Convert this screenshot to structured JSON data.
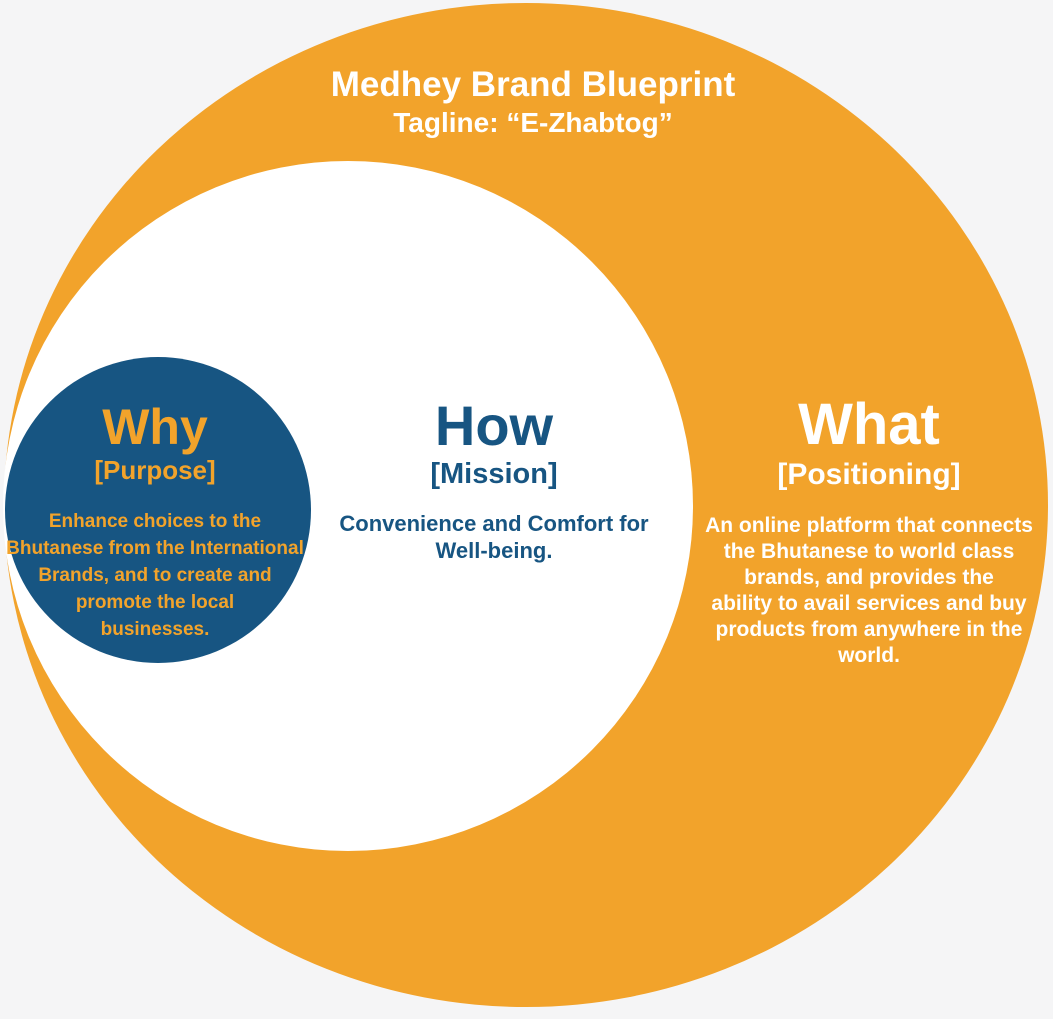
{
  "diagram": {
    "title": "Medhey Brand Blueprint",
    "tagline": "Tagline: “E-Zhabtog”"
  },
  "sections": {
    "why": {
      "heading": "Why",
      "label": "[Purpose]",
      "body_lines": [
        "Enhance choices to the",
        "Bhutanese from the International",
        "Brands, and to create and",
        "promote the local",
        "businesses."
      ]
    },
    "how": {
      "heading": "How",
      "label": "[Mission]",
      "body_lines": [
        "Convenience and Comfort for",
        "Well-being."
      ]
    },
    "what": {
      "heading": "What",
      "label": "[Positioning]",
      "body_lines": [
        "An online platform that connects",
        "the Bhutanese to world class",
        "brands, and provides the",
        "ability to avail services and buy",
        "products from anywhere in the",
        "world."
      ]
    }
  },
  "colors": {
    "orange": "#F2A32B",
    "blue": "#175582",
    "white": "#FFFFFF",
    "background": "#F5F5F6"
  }
}
